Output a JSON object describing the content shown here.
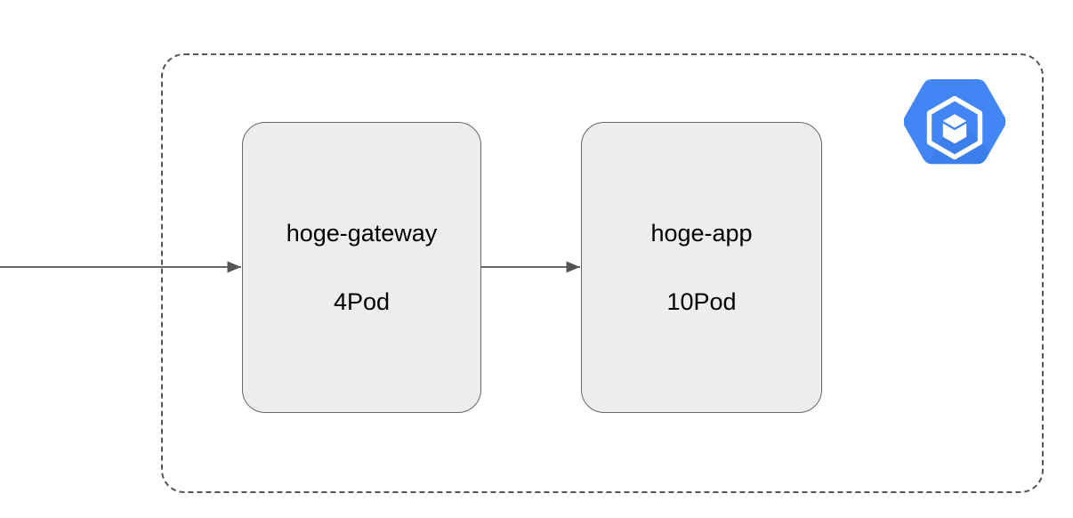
{
  "diagram": {
    "type": "architecture-flow",
    "title": "",
    "background_color": "#ffffff",
    "cluster": {
      "label": "",
      "border_style": "dashed",
      "border_color": "#555555",
      "badge_icon": "gke-kubernetes-engine-icon",
      "badge_color": "#4285f4"
    },
    "nodes": [
      {
        "id": "hoge-gateway",
        "title": "hoge-gateway",
        "subtitle": "4Pod",
        "fill_color": "#ededed",
        "border_color": "#666666"
      },
      {
        "id": "hoge-app",
        "title": "hoge-app",
        "subtitle": "10Pod",
        "fill_color": "#ededed",
        "border_color": "#666666"
      }
    ],
    "edges": [
      {
        "id": "ingress-to-gateway",
        "label": "",
        "from": "external",
        "to": "hoge-gateway",
        "color": "#555555"
      },
      {
        "id": "gateway-to-app",
        "label": "",
        "from": "hoge-gateway",
        "to": "hoge-app",
        "color": "#555555"
      }
    ]
  }
}
